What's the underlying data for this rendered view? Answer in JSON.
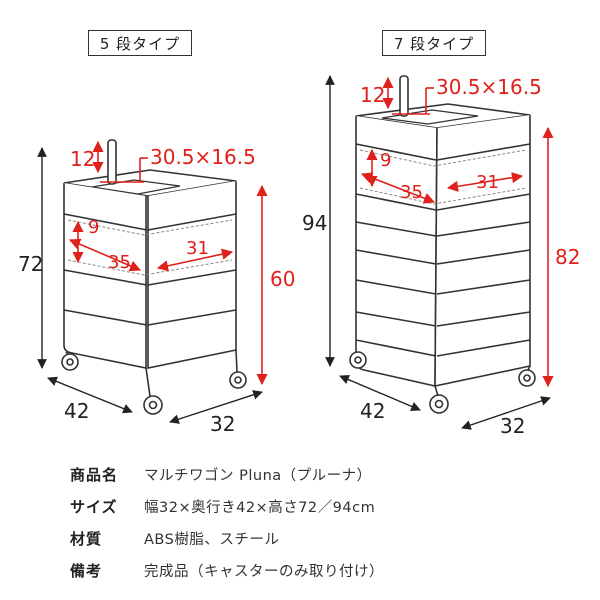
{
  "types": [
    {
      "label": "5 段タイプ",
      "dims": {
        "height": "72",
        "depth": "42",
        "width": "32",
        "inner_height": "60",
        "handle_height": "12",
        "handle_size": "30.5×16.5",
        "drawer_height": "9",
        "drawer_depth": "35",
        "drawer_width": "31"
      }
    },
    {
      "label": "7 段タイプ",
      "dims": {
        "height": "94",
        "depth": "42",
        "width": "32",
        "inner_height": "82",
        "handle_height": "12",
        "handle_size": "30.5×16.5",
        "drawer_height": "9",
        "drawer_depth": "35",
        "drawer_width": "31"
      }
    }
  ],
  "specs": [
    {
      "key": "商品名",
      "value": "マルチワゴン Pluna（プルーナ）"
    },
    {
      "key": "サイズ",
      "value": "幅32×奥行き42×高さ72／94cm"
    },
    {
      "key": "材質",
      "value": "ABS樹脂、スチール"
    },
    {
      "key": "備考",
      "value": "完成品（キャスターのみ取り付け）"
    }
  ],
  "colors": {
    "outline": "#333333",
    "dimension_red": "#e0201b",
    "dimension_black": "#222222"
  }
}
